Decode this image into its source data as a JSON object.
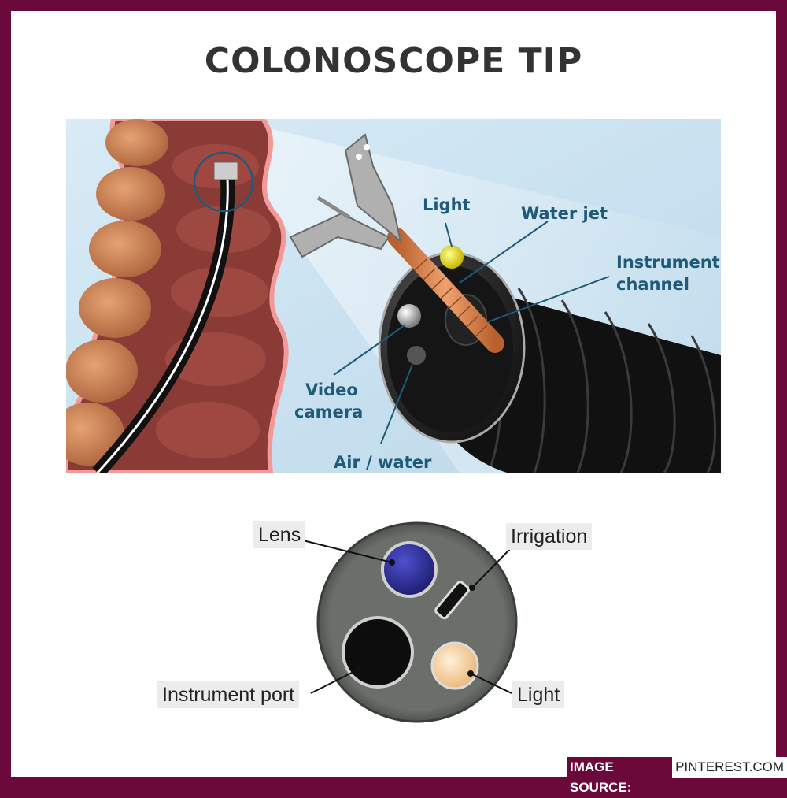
{
  "title": "COLONOSCOPE TIP",
  "top_labels": {
    "light": "Light",
    "water_jet": "Water jet",
    "instrument_channel_1": "Instrument",
    "instrument_channel_2": "channel",
    "video_camera_1": "Video",
    "video_camera_2": "camera",
    "air_water": "Air / water"
  },
  "bottom_labels": {
    "lens": "Lens",
    "irrigation": "Irrigation",
    "instrument_port": "Instrument port",
    "light": "Light"
  },
  "source": {
    "key": "IMAGE SOURCE:",
    "value": "PINTEREST.COM"
  },
  "colors": {
    "border": "#6b0a3a",
    "label_blue": "#1f5a78",
    "scope_black": "#1a1a1a",
    "colon_outer": "#c8814a",
    "colon_inner": "#8a3b35",
    "sky": "#cfe4f2",
    "lens_blue": "#2a2a8a",
    "light_yellow": "#e8e020",
    "sheath_orange": "#d27a42"
  }
}
